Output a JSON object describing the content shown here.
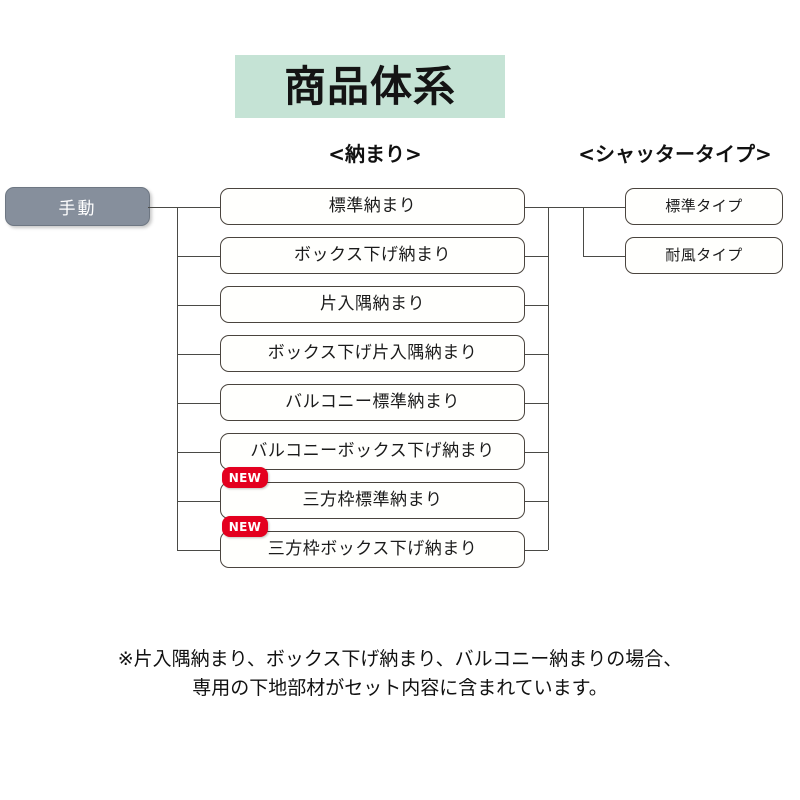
{
  "title": "商品体系",
  "headings": {
    "osamari": "<納まり>",
    "shutter": "<シャッタータイプ>"
  },
  "root": {
    "label": "手動"
  },
  "badge": {
    "new_label": "NEW"
  },
  "osamari_nodes": [
    {
      "label": "標準納まり",
      "new": false
    },
    {
      "label": "ボックス下げ納まり",
      "new": false
    },
    {
      "label": "片入隅納まり",
      "new": false
    },
    {
      "label": "ボックス下げ片入隅納まり",
      "new": false
    },
    {
      "label": "バルコニー標準納まり",
      "new": false
    },
    {
      "label": "バルコニーボックス下げ納まり",
      "new": false
    },
    {
      "label": "三方枠標準納まり",
      "new": true
    },
    {
      "label": "三方枠ボックス下げ納まり",
      "new": true
    }
  ],
  "shutter_nodes": [
    {
      "label": "標準タイプ"
    },
    {
      "label": "耐風タイプ"
    }
  ],
  "footnote": {
    "line1": "※片入隅納まり、ボックス下げ納まり、バルコニー納まりの場合、",
    "line2": "専用の下地部材がセット内容に含まれています。"
  },
  "colors": {
    "title_bg": "#c5e3d5",
    "root_bg": "#868f9c",
    "badge_bg": "#e4001f",
    "line": "#4a4a46",
    "box_border": "#4a443e",
    "page_bg": "#ffffff"
  }
}
